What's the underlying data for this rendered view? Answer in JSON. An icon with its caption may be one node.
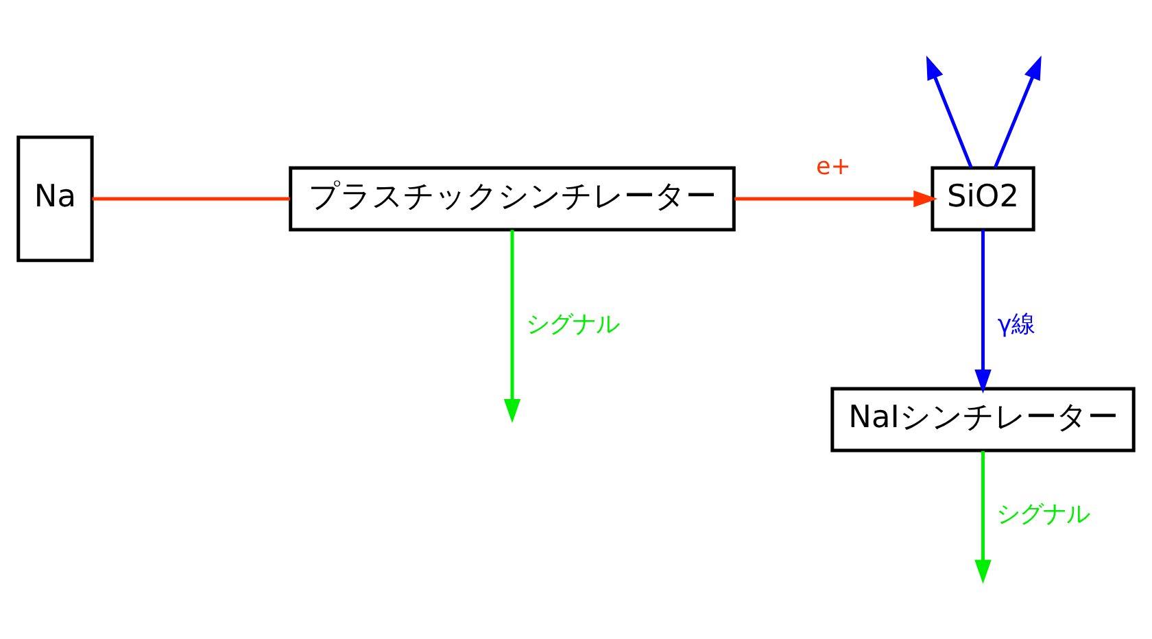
{
  "diagram": {
    "nodes": [
      {
        "text": [
          "Na"
        ]
      },
      {
        "text": [
          "プラスチックシンチレーター"
        ]
      },
      {
        "text": [
          "SiO2"
        ]
      },
      {
        "text": [
          "NaIシンチレーター"
        ]
      }
    ],
    "edges": [
      {
        "from": 0,
        "to": 1,
        "arrow": "none",
        "color": "#ff3300"
      },
      {
        "from": 1,
        "to": 2,
        "arrow": "to",
        "label": "e+",
        "color": "#ff3300"
      },
      {
        "from": 2,
        "to": null,
        "arrow": "to"
      },
      {
        "from": 2,
        "to": null,
        "arrow": "to"
      },
      {
        "from": 2,
        "to": 3,
        "arrow": "to",
        "label": "γ線"
      },
      {
        "from": 1,
        "to": null,
        "arrow": "to",
        "label": "シグナル",
        "color": "#00ee00"
      },
      {
        "from": 3,
        "to": null,
        "arrow": "to",
        "label": "シグナル",
        "color": "#00ee00"
      }
    ]
  }
}
